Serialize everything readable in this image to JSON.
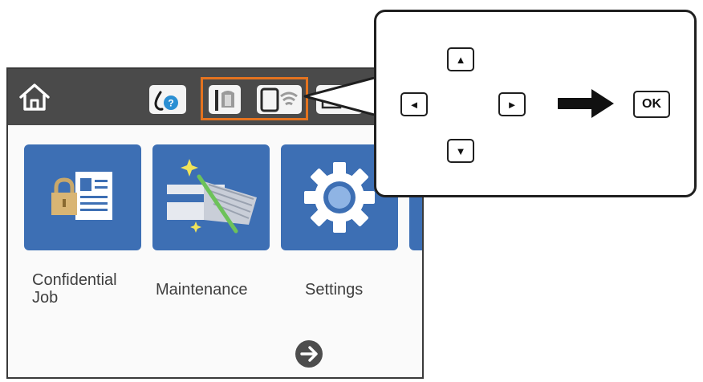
{
  "apps": [
    {
      "id": "confidential-job",
      "label": "Confidential\nJob",
      "icon": "lock-document-icon"
    },
    {
      "id": "maintenance",
      "label": "Maintenance",
      "icon": "printhead-nozzle-icon"
    },
    {
      "id": "settings",
      "label": "Settings",
      "icon": "gear-icon"
    }
  ],
  "topbar": {
    "icons": [
      "home-icon",
      "ink-help-icon",
      "network-status-icon",
      "wifi-direct-icon",
      "fax-icon"
    ],
    "highlighted": "wifi-status-group"
  },
  "callout": {
    "keys": [
      "▲",
      "◄",
      "►",
      "▼"
    ],
    "ok_label": "OK"
  },
  "colors": {
    "topbar": "#4a4a4a",
    "tile": "#3d6fb4",
    "highlight": "#e4731f"
  }
}
